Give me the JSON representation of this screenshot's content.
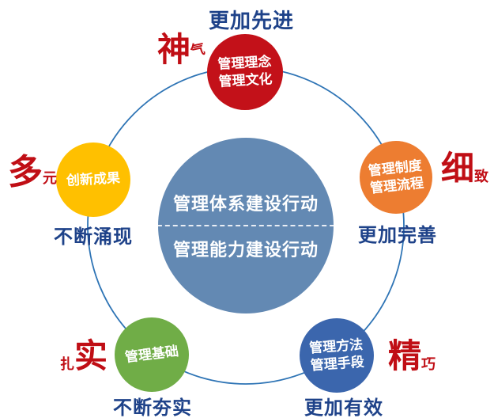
{
  "colors": {
    "ring": "#2E74B5",
    "center_circle": "#6389B3",
    "caption_text": "#1E4289",
    "tag_text": "#C00E15",
    "concept_red": "#C31119",
    "innovation_yellow": "#FFC000",
    "system_orange": "#ED7D31",
    "foundation_green": "#70AD47",
    "method_blue": "#3B66AD"
  },
  "center": {
    "line1": "管理体系建设行动",
    "line2": "管理能力建设行动"
  },
  "nodes": {
    "concept": {
      "color": "#C31119",
      "lines": [
        "管理理念",
        "管理文化"
      ],
      "tag_big": "神",
      "tag_small": "气",
      "caption": "更加先进"
    },
    "innovation": {
      "color": "#FFC000",
      "lines": [
        "创新成果"
      ],
      "tag_big": "多",
      "tag_small": "元",
      "caption": "不断涌现"
    },
    "system": {
      "color": "#ED7D31",
      "lines": [
        "管理制度",
        "管理流程"
      ],
      "tag_big": "细",
      "tag_small": "致",
      "caption": "更加完善"
    },
    "foundation": {
      "color": "#70AD47",
      "lines": [
        "管理基础"
      ],
      "tag_big": "实",
      "tag_small": "扎",
      "caption": "不断夯实"
    },
    "method": {
      "color": "#3B66AD",
      "lines": [
        "管理方法",
        "管理手段"
      ],
      "tag_big": "精",
      "tag_small": "巧",
      "caption": "更加有效"
    }
  }
}
